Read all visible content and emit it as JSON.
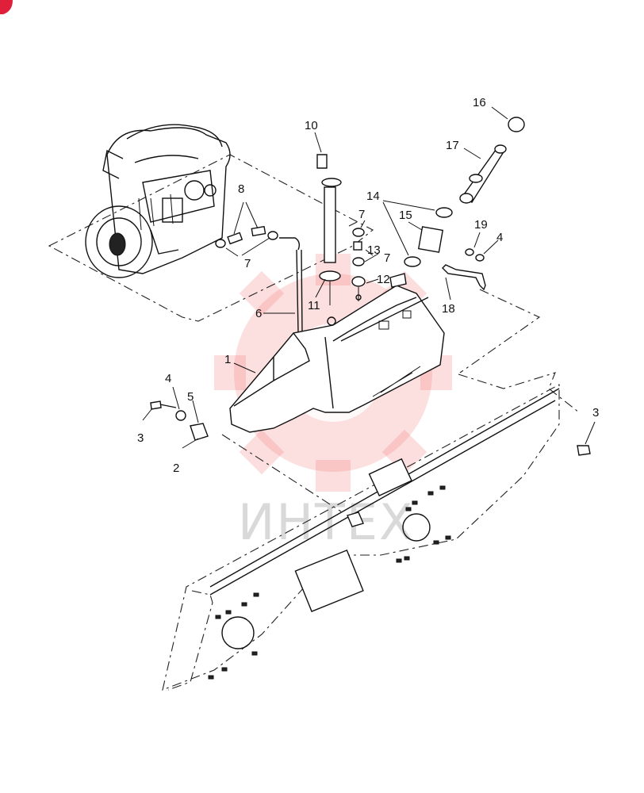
{
  "diagram": {
    "watermark": "ИНТЕХ",
    "callouts": [
      {
        "id": "c1",
        "label": "1"
      },
      {
        "id": "c2",
        "label": "2"
      },
      {
        "id": "c3a",
        "label": "3"
      },
      {
        "id": "c3b",
        "label": "3"
      },
      {
        "id": "c4a",
        "label": "4"
      },
      {
        "id": "c4b",
        "label": "4"
      },
      {
        "id": "c5",
        "label": "5"
      },
      {
        "id": "c6",
        "label": "6"
      },
      {
        "id": "c7a",
        "label": "7"
      },
      {
        "id": "c7b",
        "label": "7"
      },
      {
        "id": "c7c",
        "label": "7"
      },
      {
        "id": "c8",
        "label": "8"
      },
      {
        "id": "c10",
        "label": "10"
      },
      {
        "id": "c11",
        "label": "11"
      },
      {
        "id": "c12",
        "label": "12"
      },
      {
        "id": "c13",
        "label": "13"
      },
      {
        "id": "c14",
        "label": "14"
      },
      {
        "id": "c15",
        "label": "15"
      },
      {
        "id": "c16",
        "label": "16"
      },
      {
        "id": "c17",
        "label": "17"
      },
      {
        "id": "c18",
        "label": "18"
      },
      {
        "id": "c19",
        "label": "19"
      }
    ]
  }
}
